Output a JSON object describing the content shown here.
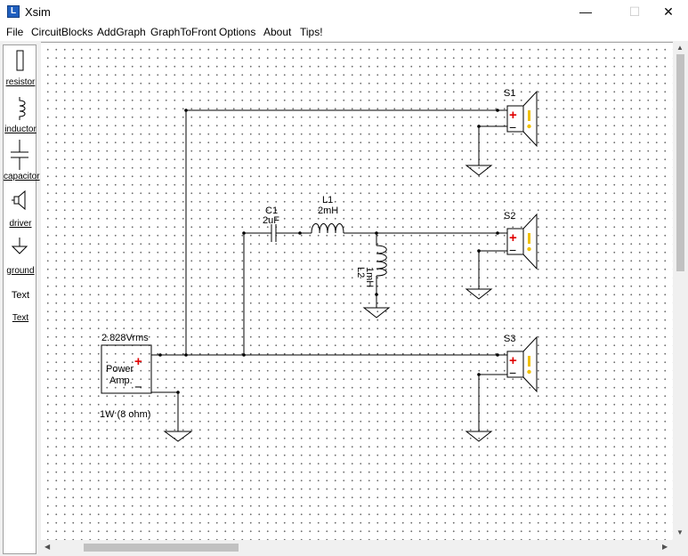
{
  "window": {
    "title": "Xsim",
    "app_icon": "L",
    "minimize": "—",
    "maximize": "☐",
    "close": "✕"
  },
  "menu": [
    "File",
    "CircuitBlocks",
    "AddGraph",
    "GraphToFront",
    "Options",
    "About",
    "Tips!"
  ],
  "palette": {
    "resistor": "resistor",
    "inductor": "inductor",
    "capacitor": "capacitor",
    "driver": "driver",
    "ground": "ground",
    "text_icon": "Text",
    "text": "Text"
  },
  "schematic": {
    "s1": "S1",
    "s2": "S2",
    "s3": "S3",
    "c1_name": "C1",
    "c1_value": "2uF",
    "l1_name": "L1",
    "l1_value": "2mH",
    "l2_name": "L2",
    "l2_value": "1mH",
    "amp_voltage": "2.828Vrms",
    "amp_label1": "Power",
    "amp_label2": "Amp.",
    "amp_power": "1W (8 ohm)",
    "plus": "+",
    "minus": "−",
    "warning": "!"
  },
  "colors": {
    "plus": "#e00000",
    "warning": "#f0c000"
  }
}
